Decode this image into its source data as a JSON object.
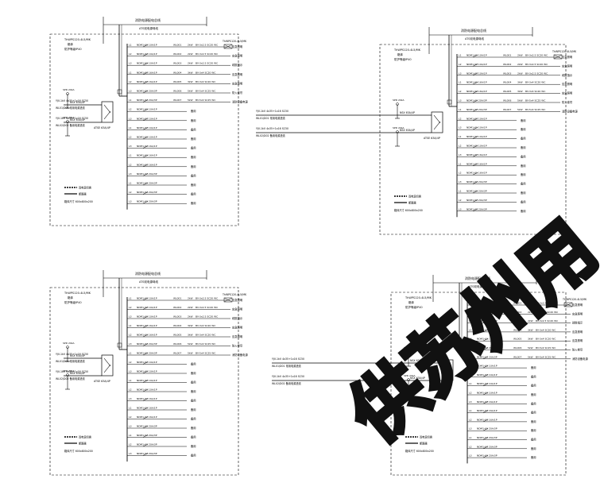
{
  "panels": [
    {
      "bus_title": "消防电源配电总线",
      "bus_sub": "ATS双电源母线",
      "box_label": "ThWPS120-4L5/MK",
      "box_sub1": "箱体",
      "box_sub2": "防护等级IP40",
      "in1": "YJV-1kV 4x35+1x16 SC50",
      "in1b": "WL01/D01 常用电源进线",
      "in2": "YJV-1kV 4x35+1x16 SC50",
      "in2b": "WL02/D02 备用电源进线",
      "ats": "ATSE 63A/4P",
      "breaker_in": "NSX 63A/4P",
      "legend_1": "双电源切换",
      "legend_2": "断路器",
      "legend_3": "箱体尺寸 600x800x200",
      "spd": "SPD 20kA",
      "meter": "kWh",
      "rows": [
        {
          "ph": "L1",
          "brk": "NDM1-63 10A/1P",
          "cct": "WL001",
          "kw": "2kW",
          "cable": "BV-3x2.5 SC20 WC",
          "load": "应急照明"
        },
        {
          "ph": "L2",
          "brk": "NDM1-63 10A/1P",
          "cct": "WL002",
          "kw": "2kW",
          "cable": "BV-3x2.5 SC20 WC",
          "load": "应急照明"
        },
        {
          "ph": "L3",
          "brk": "NDM1-63 10A/1P",
          "cct": "WL003",
          "kw": "2kW",
          "cable": "BV-3x2.5 SC20 WC",
          "load": "疏散指示"
        },
        {
          "ph": "L1",
          "brk": "NDM1-63 16A/1P",
          "cct": "WL004",
          "kw": "3kW",
          "cable": "BV-3x4 SC20 WC",
          "load": "应急照明"
        },
        {
          "ph": "L2",
          "brk": "NDM1-63 16A/1P",
          "cct": "WL005",
          "kw": "3kW",
          "cable": "BV-3x4 SC20 WC",
          "load": "应急照明"
        },
        {
          "ph": "L3",
          "brk": "NDM1-63 20A/3P",
          "cct": "WL006",
          "kw": "5kW",
          "cable": "BV-5x4 SC25 WC",
          "load": "防火卷帘"
        },
        {
          "ph": "L1",
          "brk": "NDM1-63 20A/3P",
          "cct": "WL007",
          "kw": "5kW",
          "cable": "BV-5x4 SC25 WC",
          "load": "消防设备电源"
        },
        {
          "ph": "L2",
          "brk": "NDM1-63 10A/1P",
          "cct": "",
          "kw": "",
          "cable": "",
          "load": "备用"
        },
        {
          "ph": "L3",
          "brk": "NDM1-63 10A/1P",
          "cct": "",
          "kw": "",
          "cable": "",
          "load": "备用"
        },
        {
          "ph": "L1",
          "brk": "NDM1-63 10A/1P",
          "cct": "",
          "kw": "",
          "cable": "",
          "load": "备用"
        },
        {
          "ph": "L2",
          "brk": "NDM1-63 10A/1P",
          "cct": "",
          "kw": "",
          "cable": "",
          "load": "备用"
        },
        {
          "ph": "L3",
          "brk": "NDM1-63 16A/1P",
          "cct": "",
          "kw": "",
          "cable": "",
          "load": "备用"
        },
        {
          "ph": "L1",
          "brk": "NDM1-63 16A/1P",
          "cct": "",
          "kw": "",
          "cable": "",
          "load": "备用"
        },
        {
          "ph": "L2",
          "brk": "NDM1-63 16A/1P",
          "cct": "",
          "kw": "",
          "cable": "",
          "load": "备用"
        },
        {
          "ph": "L3",
          "brk": "NDM1-63 20A/3P",
          "cct": "",
          "kw": "",
          "cable": "",
          "load": "备用"
        },
        {
          "ph": "L1",
          "brk": "NDM1-63 20A/3P",
          "cct": "",
          "kw": "",
          "cable": "",
          "load": "备用"
        },
        {
          "ph": "L2",
          "brk": "NDM1-63 20A/3P",
          "cct": "",
          "kw": "",
          "cable": "",
          "load": "备用"
        },
        {
          "ph": "L3",
          "brk": "NDM1-63 20A/3P",
          "cct": "",
          "kw": "",
          "cable": "",
          "load": "备用"
        }
      ]
    }
  ],
  "watermark": "供苏州用",
  "colors": {
    "line": "#000000",
    "watermark": "#000000"
  }
}
